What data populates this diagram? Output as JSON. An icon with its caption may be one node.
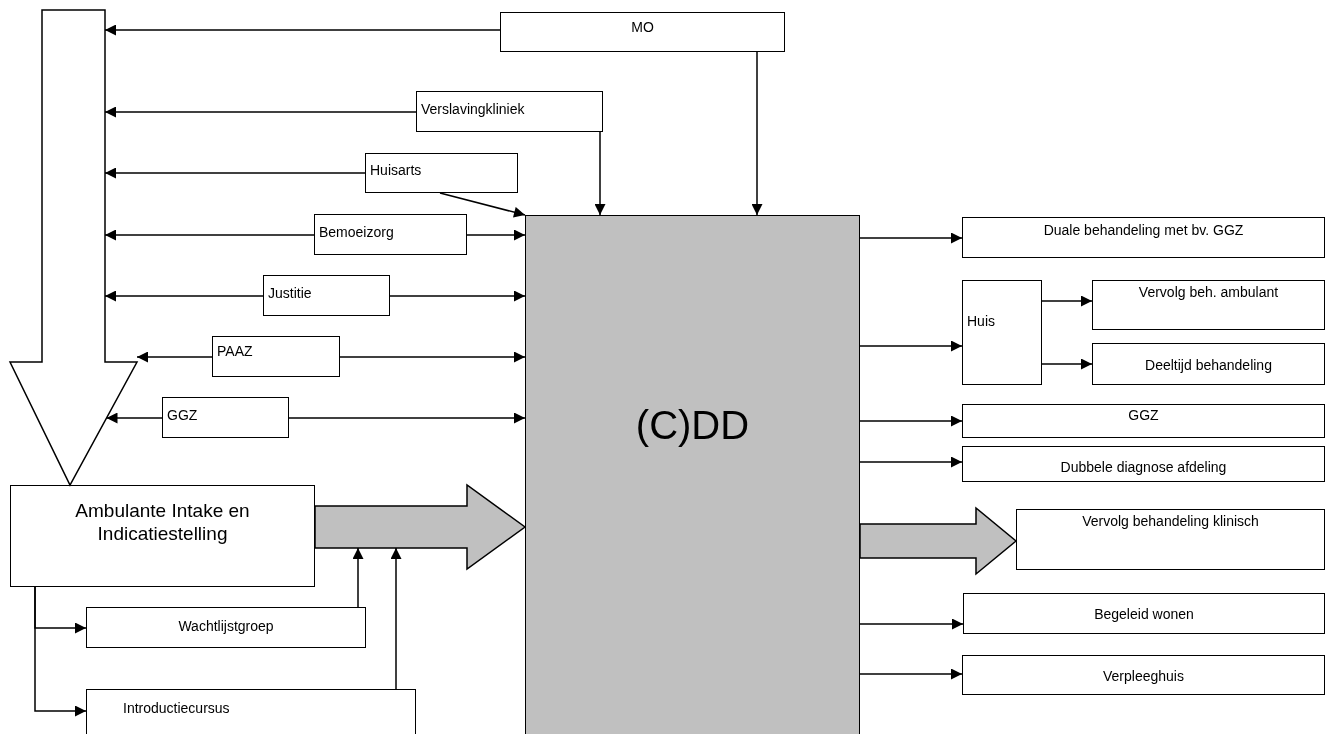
{
  "diagram": {
    "nodes": [
      {
        "text": [
          "MO"
        ]
      },
      {
        "text": [
          "Verslavingkliniek"
        ]
      },
      {
        "text": [
          "Huisarts"
        ]
      },
      {
        "text": [
          "Bemoeizorg"
        ]
      },
      {
        "text": [
          "Justitie"
        ]
      },
      {
        "text": [
          "PAAZ"
        ]
      },
      {
        "text": [
          "GGZ"
        ]
      },
      {
        "text": [
          "Ambulante Intake en Indicatiestelling"
        ]
      },
      {
        "text": [
          "Wachtlijstgroep"
        ]
      },
      {
        "text": [
          "Introductiecursus"
        ]
      },
      {
        "text": [
          "(C)DD"
        ]
      },
      {
        "text": [
          "Duale behandeling met bv. GGZ"
        ]
      },
      {
        "text": [
          "Huis"
        ]
      },
      {
        "text": [
          "Vervolg beh. ambulant"
        ]
      },
      {
        "text": [
          "Deeltijd behandeling"
        ]
      },
      {
        "text": [
          "GGZ"
        ]
      },
      {
        "text": [
          "Dubbele diagnose afdeling"
        ]
      },
      {
        "text": [
          "Vervolg behandeling klinisch"
        ]
      },
      {
        "text": [
          "Begeleid wonen"
        ]
      },
      {
        "text": [
          "Verpleeghuis"
        ]
      },
      {
        "text": [],
        "shape": "arrow"
      }
    ],
    "edges": [
      {
        "from": 0,
        "to": 20,
        "arrow": "to"
      },
      {
        "from": 1,
        "to": 20,
        "arrow": "to"
      },
      {
        "from": 2,
        "to": 20,
        "arrow": "to"
      },
      {
        "from": 3,
        "to": 20,
        "arrow": "to"
      },
      {
        "from": 4,
        "to": 20,
        "arrow": "to"
      },
      {
        "from": 5,
        "to": 20,
        "arrow": "to"
      },
      {
        "from": 6,
        "to": 20,
        "arrow": "to"
      },
      {
        "from": 0,
        "to": 10,
        "arrow": "to"
      },
      {
        "from": 1,
        "to": 10,
        "arrow": "to"
      },
      {
        "from": 2,
        "to": 10,
        "arrow": "to"
      },
      {
        "from": 3,
        "to": 10,
        "arrow": "to"
      },
      {
        "from": 4,
        "to": 10,
        "arrow": "to"
      },
      {
        "from": 5,
        "to": 10,
        "arrow": "to"
      },
      {
        "from": 6,
        "to": 10,
        "arrow": "to"
      },
      {
        "from": 7,
        "to": 10,
        "arrow": "to",
        "style": "thick",
        "color": "#c0c0c0"
      },
      {
        "from": 7,
        "to": 8,
        "arrow": "to"
      },
      {
        "from": 7,
        "to": 9,
        "arrow": "to"
      },
      {
        "from": 8,
        "to": null,
        "arrow": "to"
      },
      {
        "from": 9,
        "to": null,
        "arrow": "to"
      },
      {
        "from": 10,
        "to": 11,
        "arrow": "to"
      },
      {
        "from": 10,
        "to": 12,
        "arrow": "to"
      },
      {
        "from": 12,
        "to": 13,
        "arrow": "to"
      },
      {
        "from": 12,
        "to": 14,
        "arrow": "to"
      },
      {
        "from": 10,
        "to": 15,
        "arrow": "to"
      },
      {
        "from": 10,
        "to": 16,
        "arrow": "to"
      },
      {
        "from": 10,
        "to": 17,
        "arrow": "to",
        "style": "thick",
        "color": "#c0c0c0"
      },
      {
        "from": 10,
        "to": 18,
        "arrow": "to"
      },
      {
        "from": 10,
        "to": 19,
        "arrow": "to"
      }
    ]
  }
}
